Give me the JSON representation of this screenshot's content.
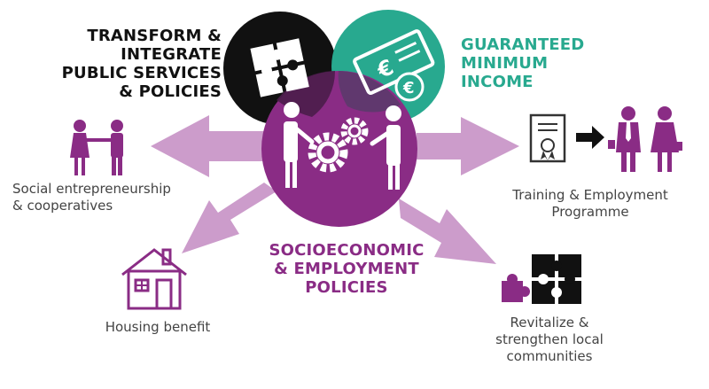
{
  "colors": {
    "purple": "#8a2c85",
    "dark_purple": "#4a1d4a",
    "teal": "#28a98f",
    "black": "#111111",
    "arrow": "#cc9ccb",
    "caption": "#444444"
  },
  "headings": {
    "transform": "TRANSFORM &\nINTEGRATE\nPUBLIC SERVICES\n& POLICIES",
    "income": "GUARANTEED\nMINIMUM\nINCOME",
    "socio": "SOCIOECONOMIC\n& EMPLOYMENT\nPOLICIES"
  },
  "captions": {
    "social": "Social entrepreneurship\n& cooperatives",
    "training": "Training & Employment\nProgramme",
    "housing": "Housing benefit",
    "revitalize": "Revitalize &\nstrengthen local\ncommunities"
  },
  "icons": {
    "puzzle": "puzzle-icon",
    "money": "euro-banknote-icon",
    "gears": "handshake-gears-icon",
    "people": "people-handshake-icon",
    "certificate": "certificate-icon",
    "workers": "business-people-icon",
    "house": "house-icon",
    "community": "puzzle-pieces-icon"
  }
}
